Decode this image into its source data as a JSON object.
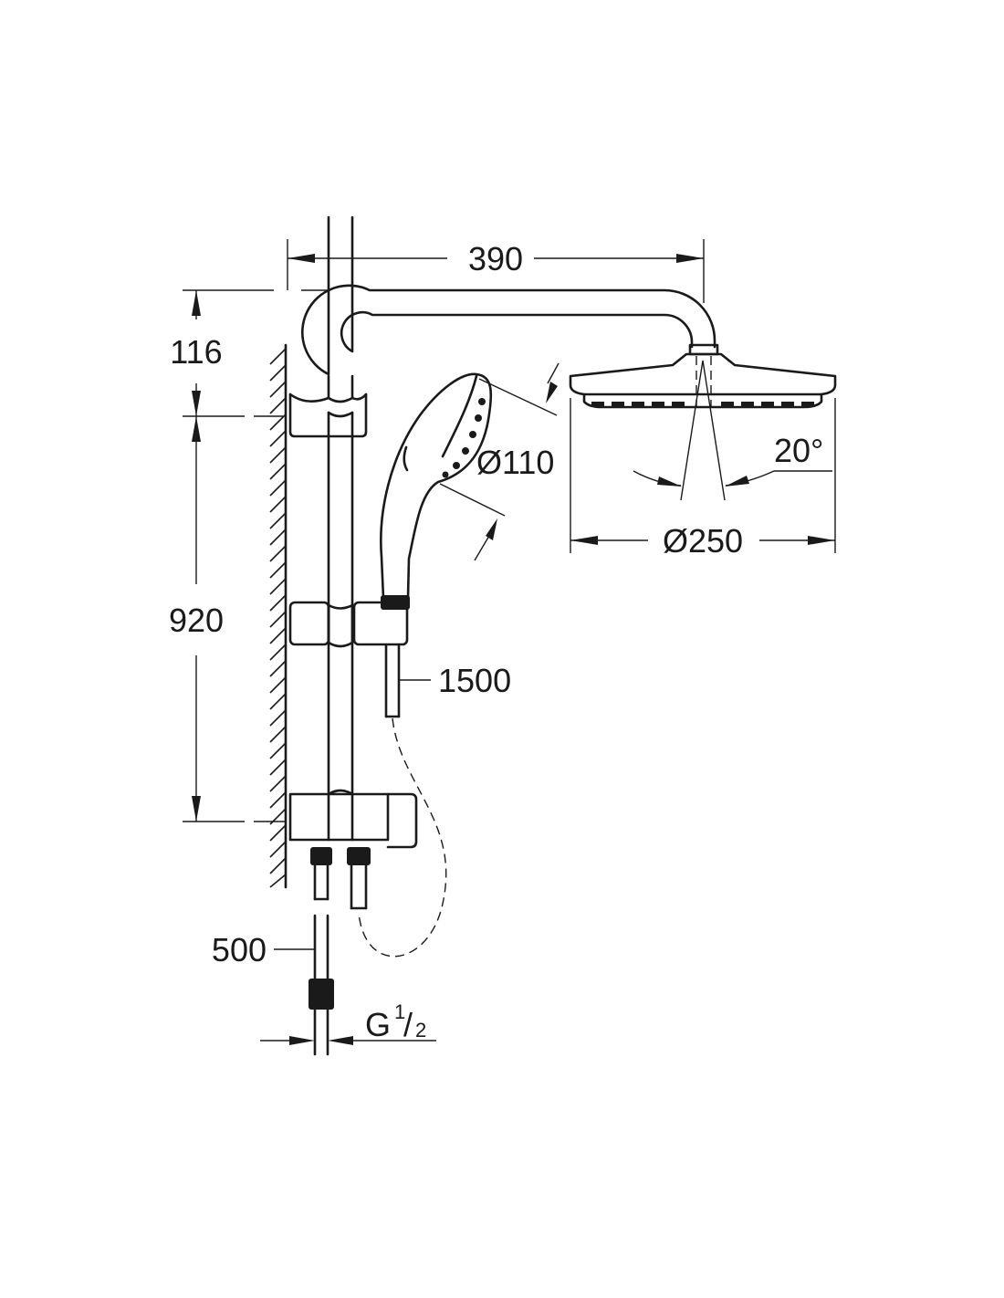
{
  "dimensions": {
    "arm_reach": "390",
    "top_offset": "116",
    "rail_height": "920",
    "hose_length": "1500",
    "supply_hose": "500",
    "hand_shower_diameter": "Ø110",
    "head_shower_diameter": "Ø250",
    "head_tilt_angle": "20°",
    "thread_main": "G",
    "thread_numerator": "1",
    "thread_slash": "/",
    "thread_denominator": "2"
  }
}
